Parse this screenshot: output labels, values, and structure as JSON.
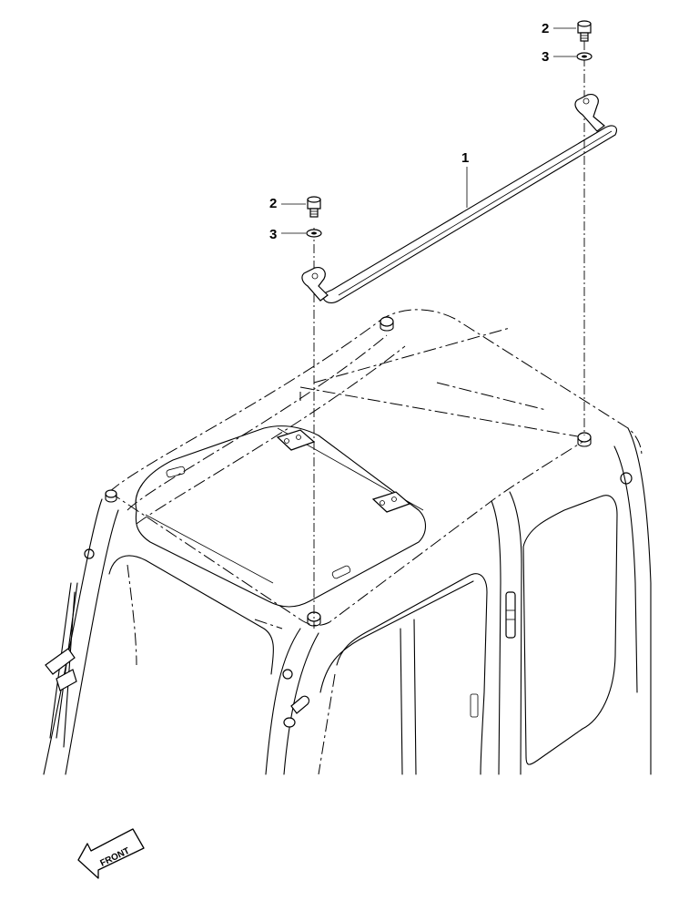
{
  "callouts": {
    "handrail": "1",
    "bolt_right": "2",
    "washer_right": "3",
    "bolt_left": "2",
    "washer_left": "3"
  },
  "direction_label": "FRONT"
}
